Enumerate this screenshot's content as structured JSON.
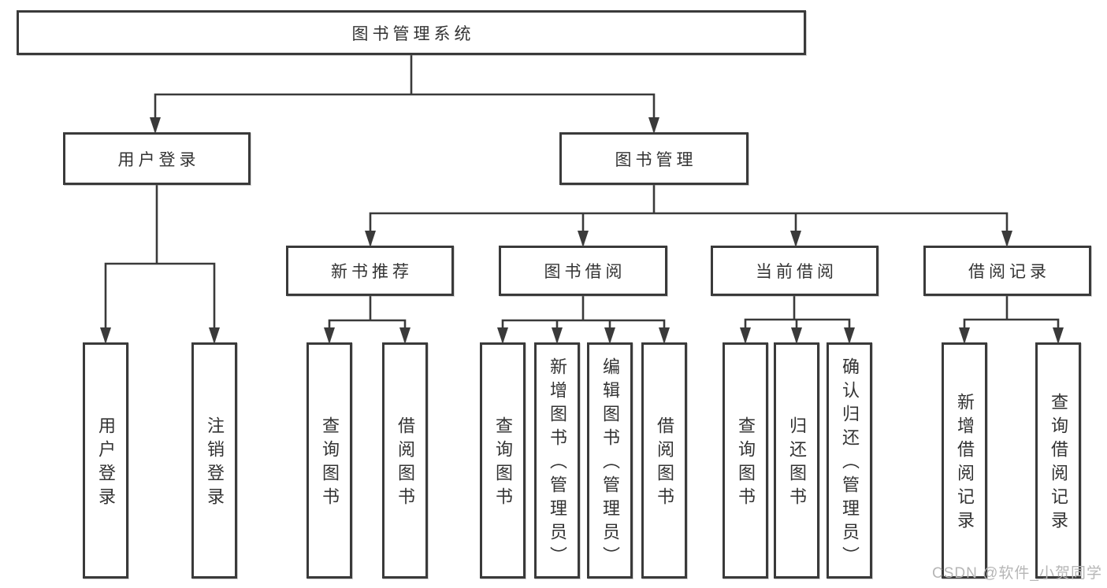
{
  "diagram": {
    "type": "tree",
    "root": {
      "label": "图书管理系统",
      "children": [
        {
          "label": "用户登录",
          "children": [
            {
              "label": "用户登录"
            },
            {
              "label": "注销登录"
            }
          ]
        },
        {
          "label": "图书管理",
          "children": [
            {
              "label": "新书推荐",
              "children": [
                {
                  "label": "查询图书"
                },
                {
                  "label": "借阅图书"
                }
              ]
            },
            {
              "label": "图书借阅",
              "children": [
                {
                  "label": "查询图书"
                },
                {
                  "label": "新增图书（管理员）"
                },
                {
                  "label": "编辑图书（管理员）"
                },
                {
                  "label": "借阅图书"
                }
              ]
            },
            {
              "label": "当前借阅",
              "children": [
                {
                  "label": "查询图书"
                },
                {
                  "label": "归还图书"
                },
                {
                  "label": "确认归还（管理员）"
                }
              ]
            },
            {
              "label": "借阅记录",
              "children": [
                {
                  "label": "新增借阅记录"
                },
                {
                  "label": "查询借阅记录"
                }
              ]
            }
          ]
        }
      ]
    }
  },
  "watermark": {
    "text": "CSDN @软件_小贺同学"
  },
  "colors": {
    "line": "#3a3a3a",
    "text": "#333333",
    "box_background": "#ffffff",
    "watermark": "#b6b6b6"
  }
}
